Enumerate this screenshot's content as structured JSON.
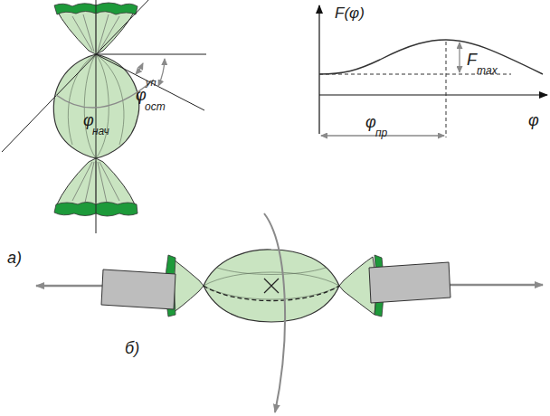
{
  "diagram": {
    "labels": [
      "φ",
      "ост",
      "уп",
      "φ",
      "нач",
      "F(φ)",
      "F",
      "max",
      "φ",
      "пр",
      "φ",
      "а)",
      "б)"
    ]
  }
}
